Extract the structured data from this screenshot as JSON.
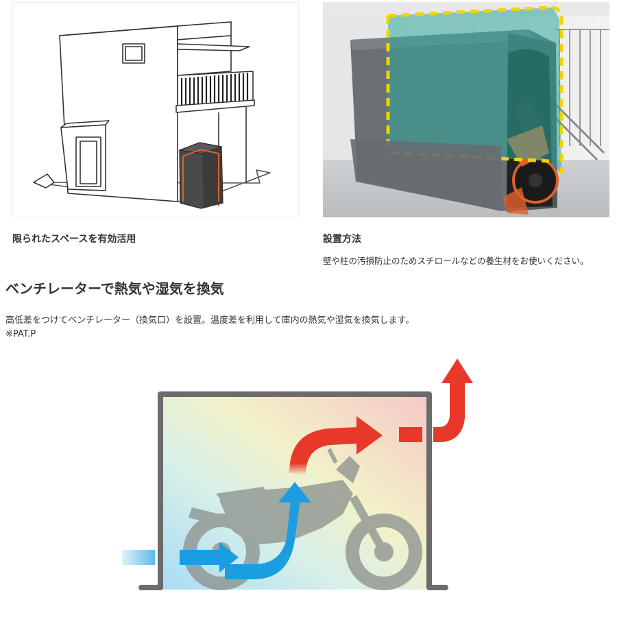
{
  "gallery": {
    "left": {
      "caption": "限られたスペースを有効活用"
    },
    "right": {
      "caption": "設置方法",
      "note": "壁や柱の汚損防止のためスチロールなどの養生材をお使いください。"
    }
  },
  "section": {
    "heading": "ベンチレーターで熱気や湿気を換気",
    "description": "高低差をつけてベンチレーター（換気口）を設置。温度差を利用して庫内の熱気や湿気を換気します。",
    "note": "※PAT.P"
  },
  "colors": {
    "cool_arrow": "#1a9ee0",
    "hot_arrow": "#e8382a",
    "frame": "#6b6b6b",
    "cover_orange": "#e0602a",
    "dash_yellow": "#f2d400",
    "highlight_teal": "#2fa89a"
  }
}
